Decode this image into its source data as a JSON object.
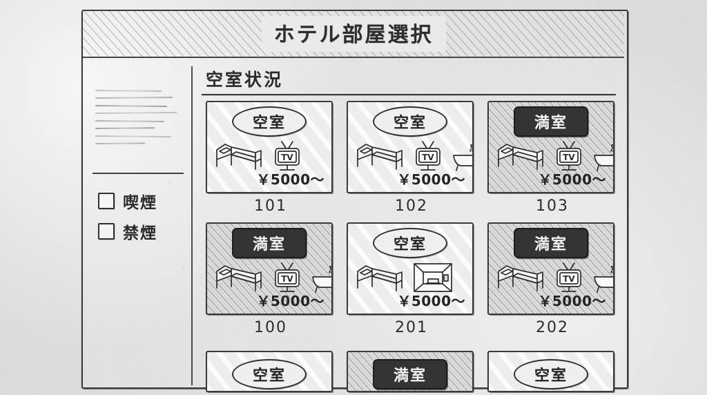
{
  "window": {
    "title": "ホテル部屋選択"
  },
  "sidebar": {
    "placeholder_line_count": 8,
    "checkboxes": [
      {
        "label": "喫煙",
        "checked": false,
        "name": "smoking"
      },
      {
        "label": "禁煙",
        "checked": false,
        "name": "non-smoking"
      }
    ]
  },
  "main": {
    "section_heading": "空室状況",
    "status_labels": {
      "vacant": "空室",
      "full": "満室"
    },
    "rooms": [
      {
        "number": "101",
        "status": "空室",
        "available": true,
        "price": "￥5000〜",
        "amenities": [
          "bed-icon",
          "tv-icon"
        ]
      },
      {
        "number": "102",
        "status": "空室",
        "available": true,
        "price": "￥5000〜",
        "amenities": [
          "bed-icon",
          "tv-icon",
          "bathtub-icon"
        ]
      },
      {
        "number": "103",
        "status": "満室",
        "available": false,
        "price": "￥5000〜",
        "amenities": [
          "bed-icon",
          "tv-icon",
          "bathtub-icon"
        ]
      },
      {
        "number": "100",
        "status": "満室",
        "available": false,
        "price": "￥5000〜",
        "amenities": [
          "bed-icon",
          "tv-icon",
          "bathtub-icon"
        ]
      },
      {
        "number": "201",
        "status": "空室",
        "available": true,
        "price": "￥5000〜",
        "amenities": [
          "bed-icon",
          "room-view-icon"
        ]
      },
      {
        "number": "202",
        "status": "満室",
        "available": false,
        "price": "￥5000〜",
        "amenities": [
          "bed-icon",
          "tv-icon",
          "bathtub-icon"
        ]
      }
    ],
    "rooms_partial_row": [
      {
        "status": "空室",
        "available": true
      },
      {
        "status": "満室",
        "available": false
      },
      {
        "status": "空室",
        "available": true
      }
    ]
  },
  "colors": {
    "paper": "#eceaea",
    "ink": "#3a3a3a",
    "badge_full_bg": "#343434",
    "badge_full_text": "#f4f2f2",
    "badge_vacant_text": "#242424"
  }
}
